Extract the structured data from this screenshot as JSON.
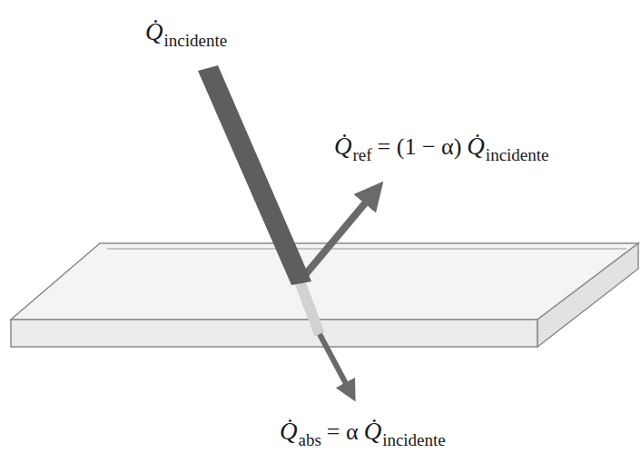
{
  "diagram": {
    "labels": [
      "Q̇",
      "incidente",
      "Q̇",
      "ref",
      "= (1 − α)",
      "Q̇",
      "incidente",
      "Q̇",
      "abs",
      "= α",
      "Q̇",
      "incidente"
    ]
  }
}
